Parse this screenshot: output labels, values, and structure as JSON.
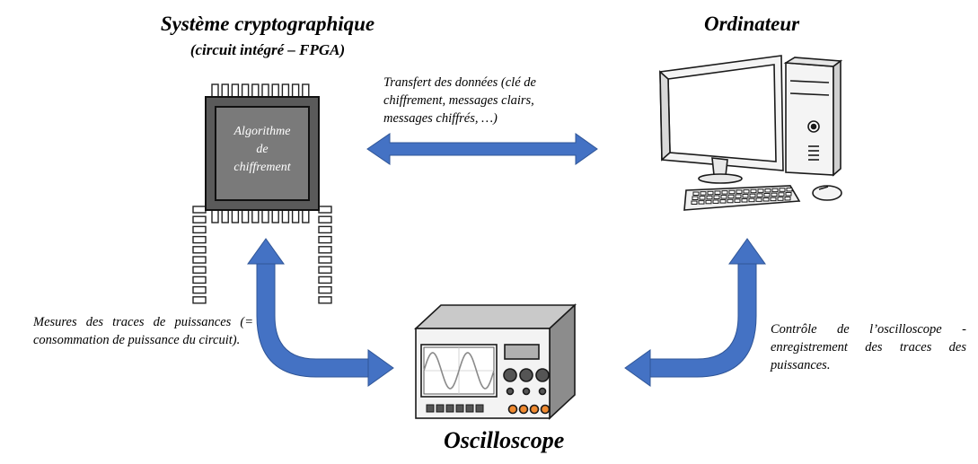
{
  "titles": {
    "crypto_system": "Système cryptographique",
    "crypto_system_sub": "(circuit intégré – FPGA)",
    "computer": "Ordinateur",
    "oscilloscope": "Oscilloscope"
  },
  "chip": {
    "line1": "Algorithme",
    "line2": "de",
    "line3": "chiffrement"
  },
  "notes": {
    "transfer": "Transfert des données (clé de chiffrement, messages clairs, messages chiffrés, …)",
    "measures": "Mesures des traces de puissances (= consommation de puissance du circuit).",
    "control": "Contrôle de l’oscilloscope - enregistrement des traces des puissances."
  },
  "colors": {
    "arrow": "#4472c4",
    "chip_body": "#5a5a5a",
    "chip_die": "#7a7a7a",
    "osc_panel": "#f3f3f3",
    "osc_knob_orange": "#f08a30"
  },
  "icons": [
    "chip-icon",
    "computer-icon",
    "oscilloscope-icon"
  ]
}
